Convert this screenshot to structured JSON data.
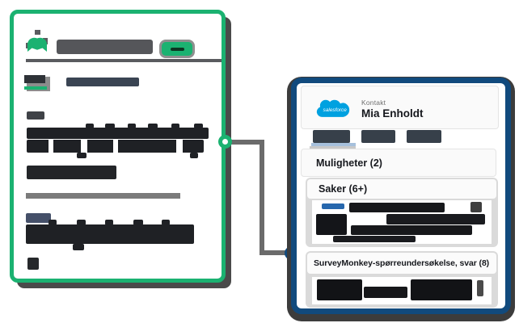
{
  "colors": {
    "surveymonkey_green": "#1BB271",
    "button_dash_green": "#0C3522",
    "salesforce_navy": "#114A7D",
    "salesforce_cloud_blue": "#00A1E0",
    "link_blue": "#2667AD",
    "connector_gray": "#6B6B6B",
    "shadow_gray": "#4A4A4A",
    "redaction_dark": "#1F2125",
    "tab_slate": "#37404A",
    "tab_underline_blue": "#A6C0DC"
  },
  "surveymonkey_panel": {
    "logo_icon": "surveymonkey-logo-icon",
    "note": ""
  },
  "salesforce_panel": {
    "logo_text": "salesforce",
    "record_type": "Kontakt",
    "contact_name": "Mia Enholdt",
    "sections": [
      {
        "title": "Muligheter (2)"
      },
      {
        "title": "Saker (6+)"
      },
      {
        "title": "SurveyMonkey-spørreundersøkelse, svar (8)"
      }
    ]
  }
}
